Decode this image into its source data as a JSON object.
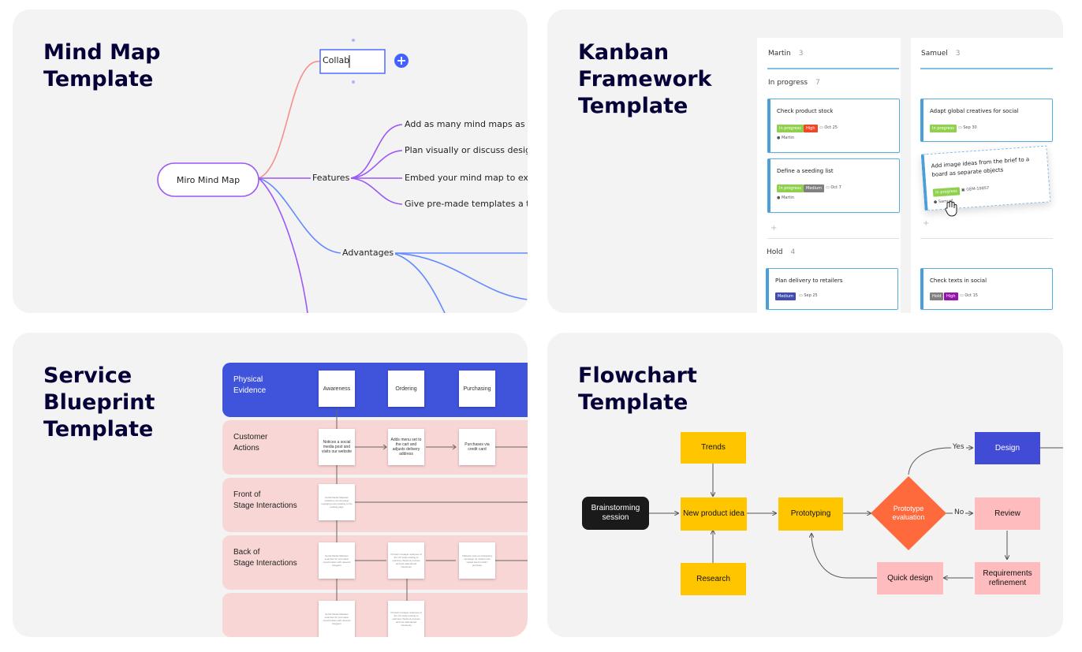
{
  "cards": {
    "mind_map": {
      "title_line1": "Mind Map",
      "title_line2": "Template",
      "root": "Miro Mind Map",
      "editing_node": "Collab",
      "features_label": "Features",
      "advantages_label": "Advantages",
      "feature_items": [
        "Add as many mind maps as yo",
        "Plan visually or discuss designs",
        "Embed your mind map to exter",
        "Give pre-made templates a try"
      ]
    },
    "kanban": {
      "title_line1": "Kanban",
      "title_line2": "Framework",
      "title_line3": "Template",
      "columns": [
        {
          "name": "Martin",
          "count": "3"
        },
        {
          "name": "Samuel",
          "count": "3"
        }
      ],
      "sections": [
        {
          "name": "In progress",
          "count": "7"
        },
        {
          "name": "Hold",
          "count": "4"
        }
      ],
      "cards": [
        {
          "text": "Check product stock",
          "tags": [
            "In progress",
            "High"
          ],
          "date": "Oct 25",
          "assignee": "Martin"
        },
        {
          "text": "Define a seeding list",
          "tags": [
            "In progress",
            "Medium"
          ],
          "date": "Oct 7",
          "assignee": "Martin"
        },
        {
          "text": "Adapt global creatives for social",
          "tags": [
            "In progress"
          ],
          "date": "Sep 30",
          "assignee": ""
        },
        {
          "text": "Add image ideas from the brief to a board as separate objects",
          "tags": [
            "In progress"
          ],
          "date": "GEM-19857",
          "assignee": "Samuel"
        },
        {
          "text": "Plan delivery to retailers",
          "tags": [
            "Medium"
          ],
          "date": "Sep 25",
          "assignee": ""
        },
        {
          "text": "Check texts in social",
          "tags": [
            "Hold",
            "High"
          ],
          "date": "Oct 15",
          "assignee": ""
        }
      ],
      "add_symbol": "+"
    },
    "service_blueprint": {
      "title_line1": "Service",
      "title_line2": "Blueprint",
      "title_line3": "Template",
      "rows": [
        {
          "line1": "Physical",
          "line2": "Evidence"
        },
        {
          "line1": "Customer",
          "line2": "Actions"
        },
        {
          "line1": "Front of",
          "line2": "Stage Interactions"
        },
        {
          "line1": "Back of",
          "line2": "Stage Interactions"
        }
      ],
      "stages": [
        "Awareness",
        "Ordering",
        "Purchasing"
      ],
      "customer_actions": [
        "Notices a social media post and visits our website",
        "Adds menu set to the cart and adjusts delivery address",
        "Purchases via credit card"
      ],
      "front_stage": [
        "Social Media Marketer publishes ad campaign engaging users leading to the landing page"
      ],
      "back_stage": [
        "Social Media Marketer searches for promotion opportunities with relevant bloggers",
        "Product manager analyses of the UX study looking to optimise checkout process and lost abandoned checkouts",
        "Marketer sets up retargeting campaign for visitors who visited site but didn't purchase"
      ],
      "support": [
        "Social Media Marketer searches for promotion opportunities with relevant bloggers",
        "Product manager analyses of the UX study looking to optimise checkout process and lost abandoned checkouts"
      ]
    },
    "flowchart": {
      "title_line1": "Flowchart",
      "title_line2": "Template",
      "nodes": {
        "brainstorming_line1": "Brainstorming",
        "brainstorming_line2": "session",
        "trends": "Trends",
        "new_product_idea": "New product idea",
        "research": "Research",
        "prototyping": "Prototyping",
        "evaluation_line1": "Prototype",
        "evaluation_line2": "evaluation",
        "design": "Design",
        "review": "Review",
        "requirements_line1": "Requirements",
        "requirements_line2": "refinement",
        "quick_design": "Quick design"
      },
      "edge_yes": "Yes",
      "edge_no": "No"
    }
  },
  "colors": {
    "card_bg": "#f3f3f3",
    "title": "#050038",
    "miro_blue": "#4262ff",
    "mind_purple": "#9b59f6",
    "mind_blue": "#6489ff",
    "mind_coral": "#f58f8f",
    "flow_yellow": "#ffc600",
    "flow_orange": "#ff6a3d",
    "flow_pink": "#ffbcbf",
    "sb_pink": "#f9d6d6",
    "sb_blue": "#3f53db"
  }
}
